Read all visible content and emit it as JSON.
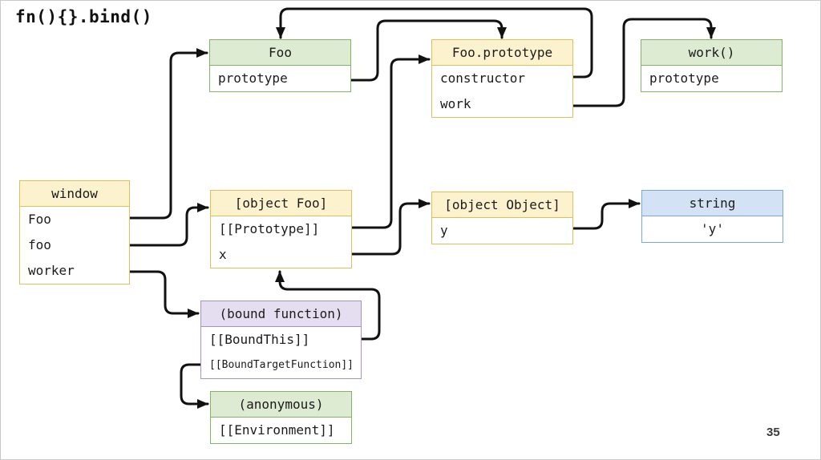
{
  "slide": {
    "title": "fn(){}.bind()",
    "page_number": "35"
  },
  "colors": {
    "function_fill": "#ddebd2",
    "function_border": "#82b366",
    "object_fill": "#fdf2ce",
    "object_border": "#e3bd57",
    "bound_fill": "#e5def0",
    "bound_border": "#a493c4",
    "string_fill": "#d3e3f5",
    "string_border": "#7da7d8",
    "arrow": "#111111"
  },
  "boxes": {
    "foo": {
      "title": "Foo",
      "rows": [
        "prototype"
      ],
      "kind": "function"
    },
    "foo_prototype": {
      "title": "Foo.prototype",
      "rows": [
        "constructor",
        "work"
      ],
      "kind": "object"
    },
    "work": {
      "title": "work()",
      "rows": [
        "prototype"
      ],
      "kind": "function"
    },
    "window": {
      "title": "window",
      "rows": [
        "Foo",
        "foo",
        "worker"
      ],
      "kind": "object"
    },
    "object_foo": {
      "title": "[object Foo]",
      "rows": [
        "[[Prototype]]",
        "x"
      ],
      "kind": "object"
    },
    "object_object": {
      "title": "[object Object]",
      "rows": [
        "y"
      ],
      "kind": "object"
    },
    "string": {
      "title": "string",
      "rows": [
        "'y'"
      ],
      "kind": "string"
    },
    "bound_function": {
      "title": "(bound function)",
      "rows": [
        "[[BoundThis]]",
        "[[BoundTargetFunction]]"
      ],
      "kind": "bound"
    },
    "anonymous": {
      "title": "(anonymous)",
      "rows": [
        "[[Environment]]"
      ],
      "kind": "function"
    }
  },
  "edges": [
    {
      "from": "window.Foo",
      "to": "Foo"
    },
    {
      "from": "window.foo",
      "to": "[object Foo]"
    },
    {
      "from": "window.worker",
      "to": "(bound function)"
    },
    {
      "from": "Foo.prototype(prop)",
      "to": "Foo.prototype"
    },
    {
      "from": "Foo.prototype.constructor",
      "to": "Foo"
    },
    {
      "from": "Foo.prototype.work",
      "to": "work()"
    },
    {
      "from": "[object Foo].[[Prototype]]",
      "to": "Foo.prototype"
    },
    {
      "from": "[object Foo].x",
      "to": "[object Object]"
    },
    {
      "from": "[object Object].y",
      "to": "string 'y'"
    },
    {
      "from": "(bound function).[[BoundThis]]",
      "to": "[object Foo]"
    },
    {
      "from": "(bound function).[[BoundTargetFunction]]",
      "to": "(anonymous)"
    }
  ]
}
